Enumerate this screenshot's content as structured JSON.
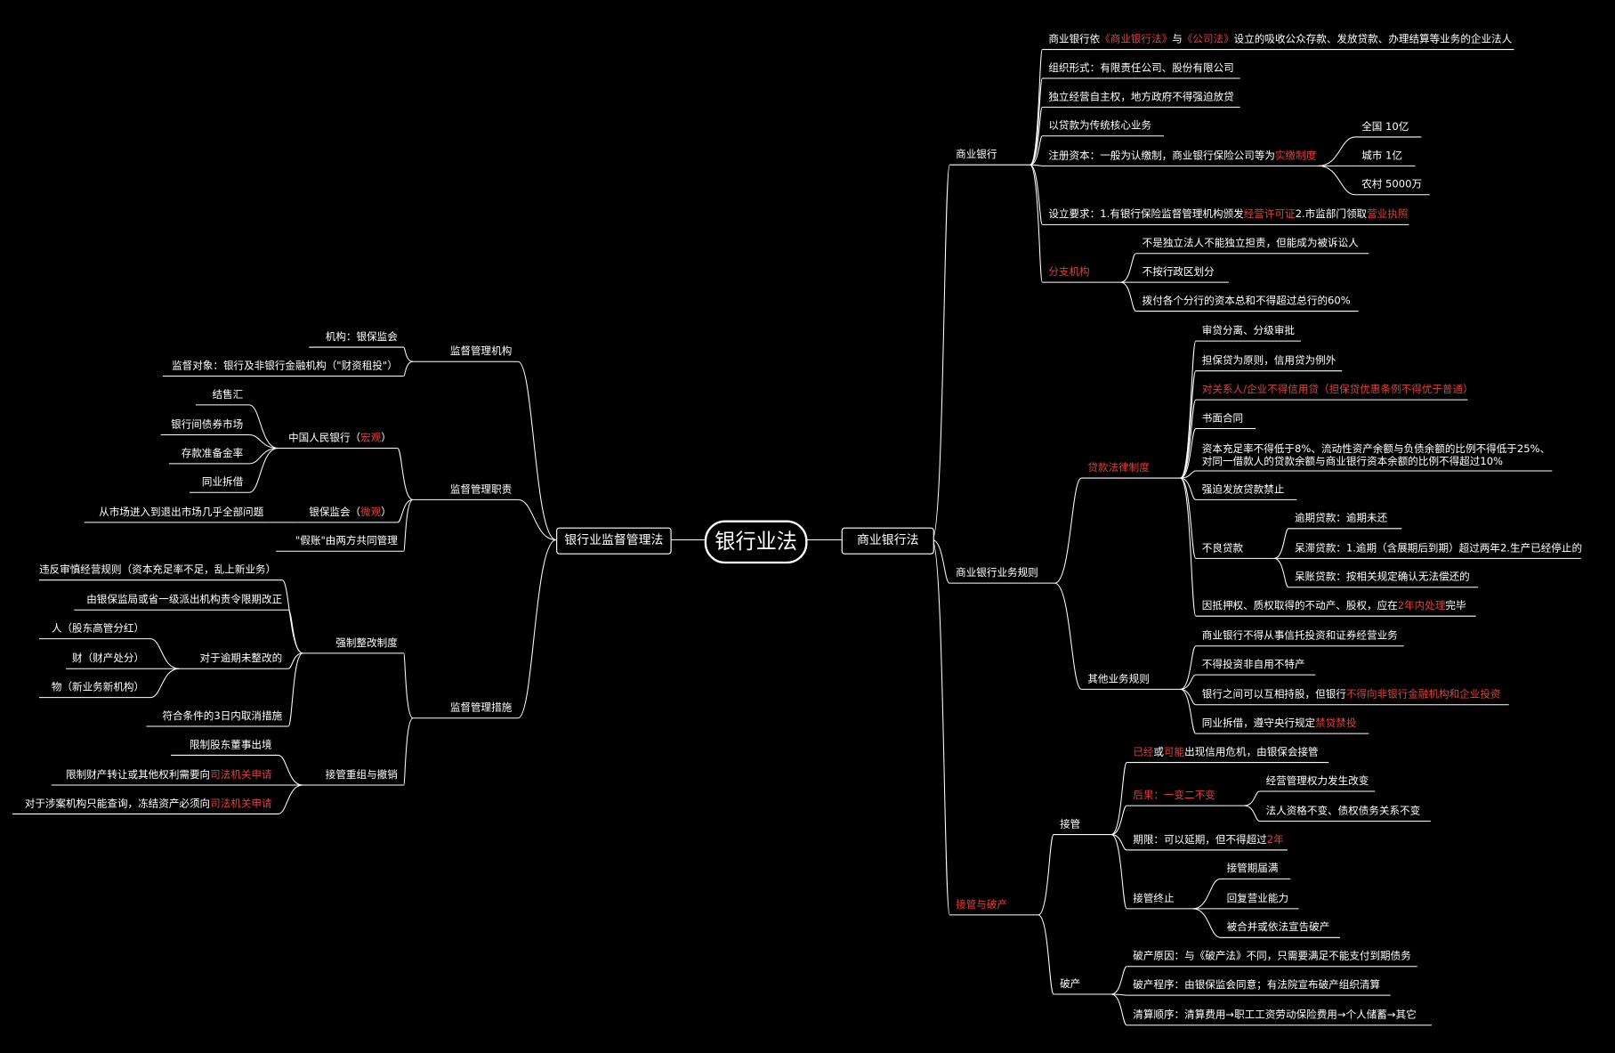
{
  "root": "银行业法",
  "left_main": "银行业监督管理法",
  "right_main": "商业银行法",
  "colors": {
    "background": "#000000",
    "line": "#ffffff",
    "highlight": "#e0403c"
  },
  "nodes": {
    "r1": "商业银行",
    "r1_1": [
      {
        "t": "商业银行依"
      },
      {
        "t": "《商业银行法》",
        "red": true
      },
      {
        "t": "与"
      },
      {
        "t": "《公司法》",
        "red": true
      },
      {
        "t": "设立的吸收公众存款、发放贷款、办理结算等业务的企业法人"
      }
    ],
    "r1_2": "组织形式：有限责任公司、股份有限公司",
    "r1_3": "独立经营自主权，地方政府不得强迫放贷",
    "r1_4": "以贷款为传统核心业务",
    "r1_5": [
      {
        "t": "注册资本：一般为认缴制，商业银行保险公司等为"
      },
      {
        "t": "实缴制度",
        "red": true
      }
    ],
    "r1_5a": "全国 10亿",
    "r1_5b": "城市 1亿",
    "r1_5c": "农村 5000万",
    "r1_6": [
      {
        "t": "设立要求：1.有银行保险监督管理机构颁发"
      },
      {
        "t": "经营许可证",
        "red": true
      },
      {
        "t": "2.市监部门领取"
      },
      {
        "t": "营业执照",
        "red": true
      }
    ],
    "r1_7": "分支机构",
    "r1_7a": "不是独立法人不能独立担责，但能成为被诉讼人",
    "r1_7b": "不按行政区划分",
    "r1_7c": "拨付各个分行的资本总和不得超过总行的60%",
    "r2": "商业银行业务规则",
    "r2_1": "贷款法律制度",
    "r2_1a": "审贷分离、分级审批",
    "r2_1b": "担保贷为原则，信用贷为例外",
    "r2_1c": [
      {
        "t": "对关系人/企业不得信用贷",
        "red": true
      },
      {
        "t": "（担保贷优惠条例不得优于普通）",
        "red": true
      }
    ],
    "r2_1d": "书面合同",
    "r2_1e1": "资本充足率不得低于8%、流动性资产余额与负债余额的比例不得低于25%、",
    "r2_1e2": "对同一借款人的贷款余额与商业银行资本余额的比例不得超过10%",
    "r2_1f": "强迫发放贷款禁止",
    "r2_1g": "不良贷款",
    "r2_1g1": "逾期贷款：逾期未还",
    "r2_1g2": "呆滞贷款：1.逾期（含展期后到期）超过两年2.生产已经停止的",
    "r2_1g3": "呆账贷款：按相关规定确认无法偿还的",
    "r2_1h": [
      {
        "t": "因抵押权、质权取得的不动产、股权，应在"
      },
      {
        "t": "2年内处理",
        "red": true
      },
      {
        "t": "完毕"
      }
    ],
    "r2_2": "其他业务规则",
    "r2_2a": "商业银行不得从事信托投资和证券经营业务",
    "r2_2b": "不得投资非自用不特产",
    "r2_2c": [
      {
        "t": "银行之间可以互相持股，但银行"
      },
      {
        "t": "不得向非银行金融机构和企业投资",
        "red": true
      }
    ],
    "r2_2d": [
      {
        "t": "同业拆借，遵守央行规定"
      },
      {
        "t": "禁贷禁投",
        "red": true
      }
    ],
    "r3": "接管与破产",
    "r3_1": "接管",
    "r3_1a": [
      {
        "t": "已经",
        "red": true
      },
      {
        "t": "或"
      },
      {
        "t": "可能",
        "red": true
      },
      {
        "t": "出现信用危机，由银保会接管"
      }
    ],
    "r3_1b": [
      {
        "t": "后果：一变二不变",
        "red": true
      }
    ],
    "r3_1b1": "经营管理权力发生改变",
    "r3_1b2": "法人资格不变、债权债务关系不变",
    "r3_1c": [
      {
        "t": "期限：可以延期，但不得超过"
      },
      {
        "t": "2年",
        "red": true
      }
    ],
    "r3_1d": "接管终止",
    "r3_1d1": "接管期届满",
    "r3_1d2": "回复营业能力",
    "r3_1d3": "被合并或依法宣告破产",
    "r3_2": "破产",
    "r3_2a": "破产原因：与《破产法》不同，只需要满足不能支付到期债务",
    "r3_2b": "破产程序：由银保监会同意；有法院宣布破产组织清算",
    "r3_2c": "清算顺序：清算费用→职工工资劳动保险费用→个人储蓄→其它",
    "l1": "监督管理机构",
    "l1a": "机构：银保监会",
    "l1b": "监督对象：银行及非银行金融机构（\"财资租投\"）",
    "l2": "监督管理职责",
    "l2a": [
      {
        "t": "中国人民银行（"
      },
      {
        "t": "宏观",
        "red": true
      },
      {
        "t": "）"
      }
    ],
    "l2a1": "结售汇",
    "l2a2": "银行间债券市场",
    "l2a3": "存款准备金率",
    "l2a4": "同业拆借",
    "l2b": [
      {
        "t": "银保监会（"
      },
      {
        "t": "微观",
        "red": true
      },
      {
        "t": "）"
      }
    ],
    "l2b1": "从市场进入到退出市场几乎全部问题",
    "l2c": "\"假账\"由两方共同管理",
    "l3": "监督管理措施",
    "l3a": "强制整改制度",
    "l3a1": "违反审慎经营规则（资本充足率不足，乱上新业务）",
    "l3a2": "由银保监局或省一级派出机构责令限期改正",
    "l3a3": "对于逾期未整改的",
    "l3a3a": "人（股东高管分红）",
    "l3a3b": "财（财产处分）",
    "l3a3c": "物（新业务新机构）",
    "l3a4": "符合条件的3日内取消措施",
    "l3b": "接管重组与撤销",
    "l3b1": "限制股东董事出境",
    "l3b2": [
      {
        "t": "限制财产转让或其他权利需要向"
      },
      {
        "t": "司法机关申请",
        "red": true
      }
    ],
    "l3b3": [
      {
        "t": "对于涉案机构只能查询，冻结资产必须向"
      },
      {
        "t": "司法机关申请",
        "red": true
      }
    ]
  }
}
